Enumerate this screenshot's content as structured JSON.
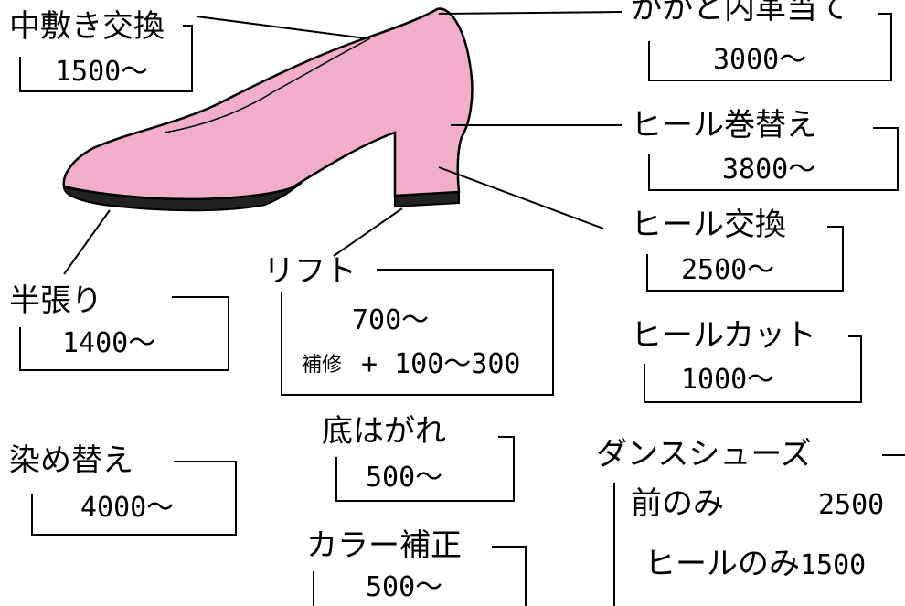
{
  "colors": {
    "shoe_upper": "#f0aec8",
    "sole": "#222222",
    "outline": "#000000"
  },
  "shoe": {
    "name": "pump-shoe-illustration"
  },
  "labels": {
    "insole": {
      "title": "中敷き交換",
      "price": "1500〜"
    },
    "heel_lining": {
      "title": "かかと内革当て",
      "price": "3000〜"
    },
    "heel_wrap": {
      "title": "ヒール巻替え",
      "price": "3800〜"
    },
    "heel_replace": {
      "title": "ヒール交換",
      "price": "2500〜"
    },
    "half_sole": {
      "title": "半張り",
      "price": "1400〜"
    },
    "lift": {
      "title": "リフト",
      "price": "700〜",
      "repair_label": "補修",
      "repair_price": "+ 100〜300"
    },
    "heel_cut": {
      "title": "ヒールカット",
      "price": "1000〜"
    },
    "dye": {
      "title": "染め替え",
      "price": "4000〜"
    },
    "sole_peel": {
      "title": "底はがれ",
      "price": "500〜"
    },
    "color_fix": {
      "title": "カラー補正",
      "price": "500〜"
    },
    "dance": {
      "title": "ダンスシューズ",
      "rows": [
        {
          "item": "前のみ",
          "price": "2500"
        },
        {
          "item": "ヒールのみ",
          "price": "1500"
        }
      ]
    }
  }
}
